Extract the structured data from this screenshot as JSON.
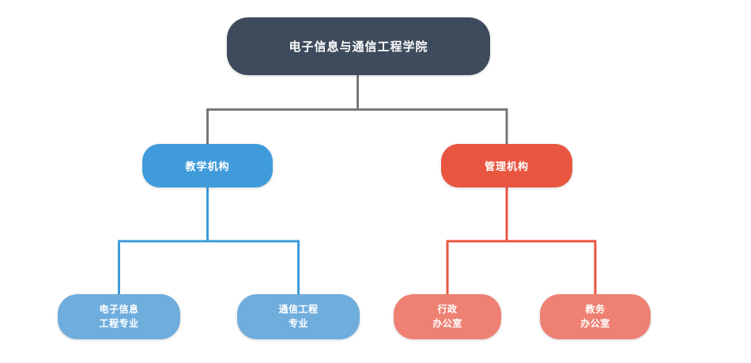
{
  "diagram": {
    "type": "org-chart",
    "background": "#FFFFFF",
    "root": {
      "label": "电子信息与通信工程学院",
      "color": "#3E4B5C"
    },
    "branches": [
      {
        "label": "教学机构",
        "color": "#3F9BDA",
        "children": [
          {
            "line1": "电子信息",
            "line2": "工程专业",
            "color": "#6FADDD"
          },
          {
            "line1": "通信工程",
            "line2": "专业",
            "color": "#6FADDD"
          }
        ]
      },
      {
        "label": "管理机构",
        "color": "#E95640",
        "children": [
          {
            "line1": "行政",
            "line2": "办公室",
            "color": "#EE8173"
          },
          {
            "line1": "教务",
            "line2": "办公室",
            "color": "#EE8173"
          }
        ]
      }
    ],
    "connector_colors": {
      "trunk": "#75797C",
      "teaching": "#3F9BDA",
      "admin": "#E95640"
    }
  }
}
